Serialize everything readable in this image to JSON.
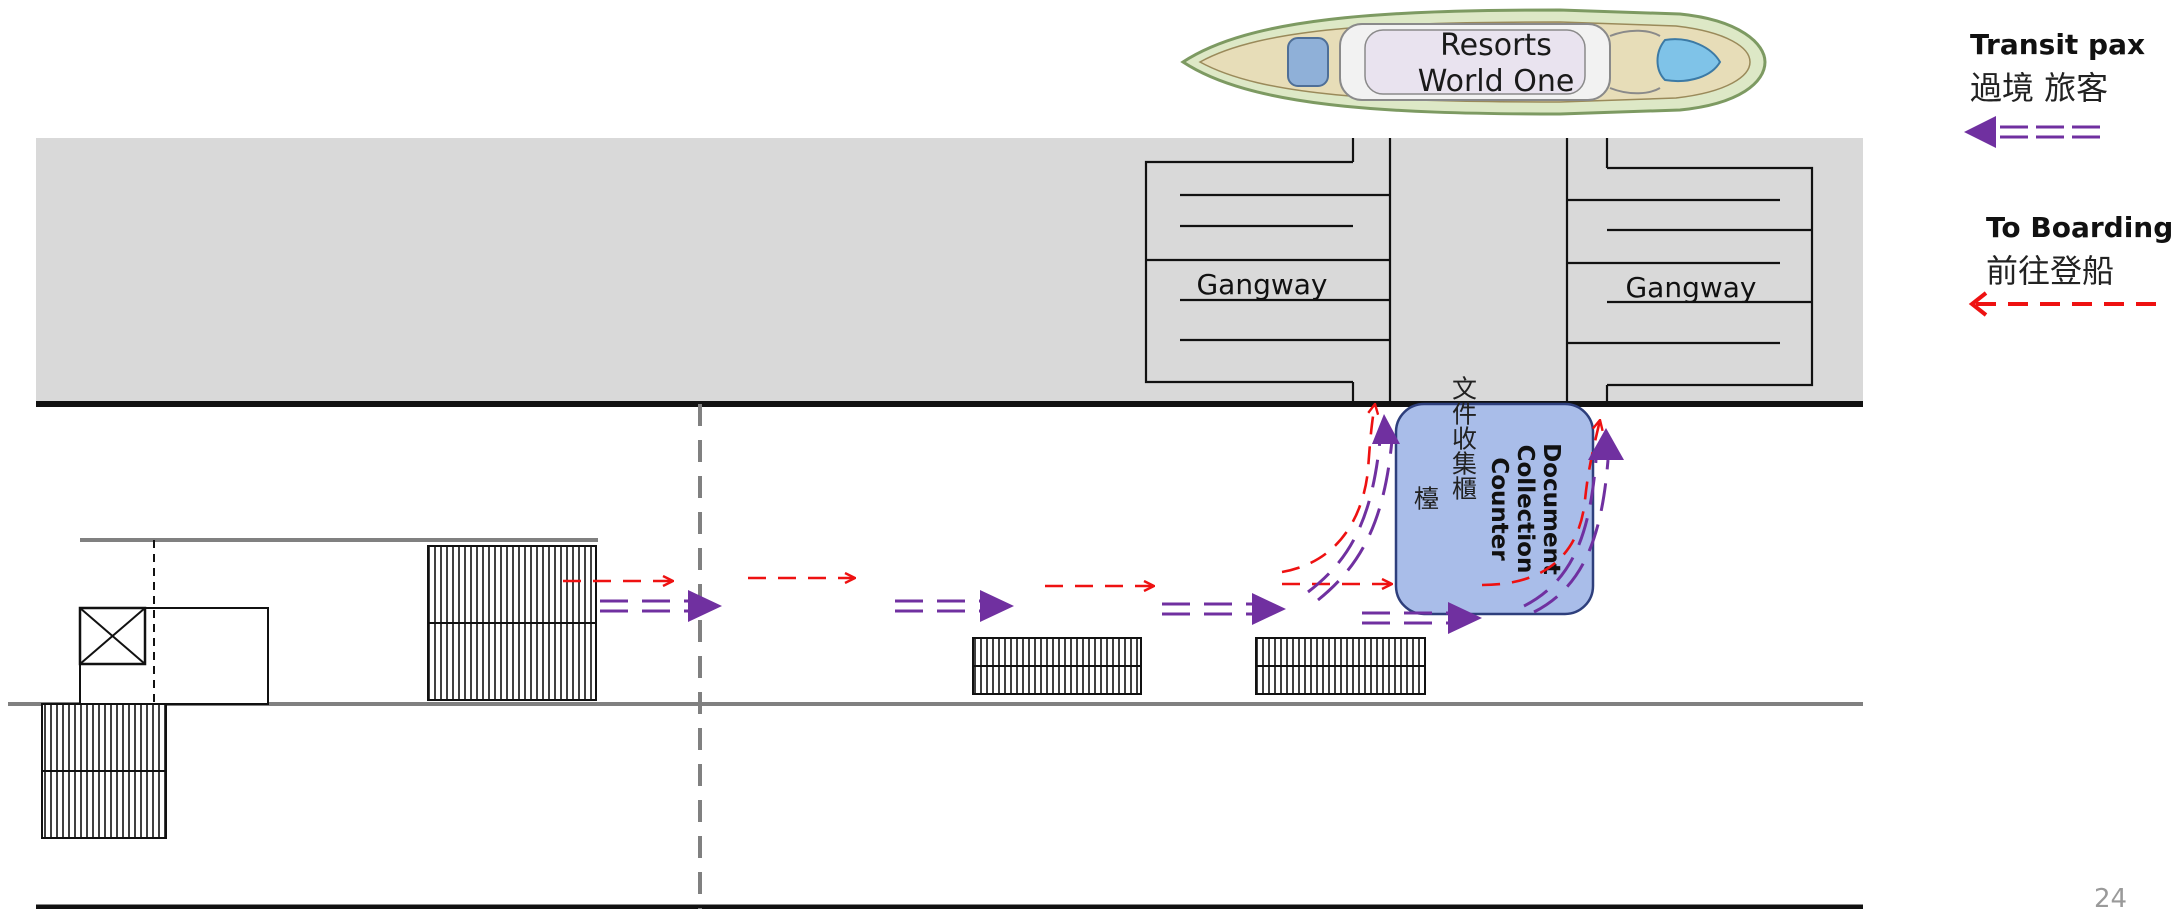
{
  "ship": {
    "name_line1": "Resorts",
    "name_line2": "World One"
  },
  "gangways": [
    {
      "label": "Gangway"
    },
    {
      "label": "Gangway"
    }
  ],
  "counter": {
    "en_lines": [
      "Document",
      "Collection",
      "Counter"
    ],
    "zh_line1": "文件收集櫃",
    "zh_line2": "檯"
  },
  "legend": {
    "transit": {
      "en": "Transit pax",
      "zh": "過境 旅客"
    },
    "boarding": {
      "en": "To Boarding",
      "zh": "前往登船"
    }
  },
  "page_number": "24",
  "colors": {
    "apron": "#d9d9d9",
    "counter_fill": "#a9bde9",
    "counter_stroke": "#2e3f7c",
    "transit_route": "#7030a0",
    "boarding_route": "#ee1111",
    "wall": "#111111",
    "grey_line": "#808080"
  },
  "icons": [
    "cruise-ship-icon",
    "x-mark-box-icon",
    "gate-icon"
  ]
}
